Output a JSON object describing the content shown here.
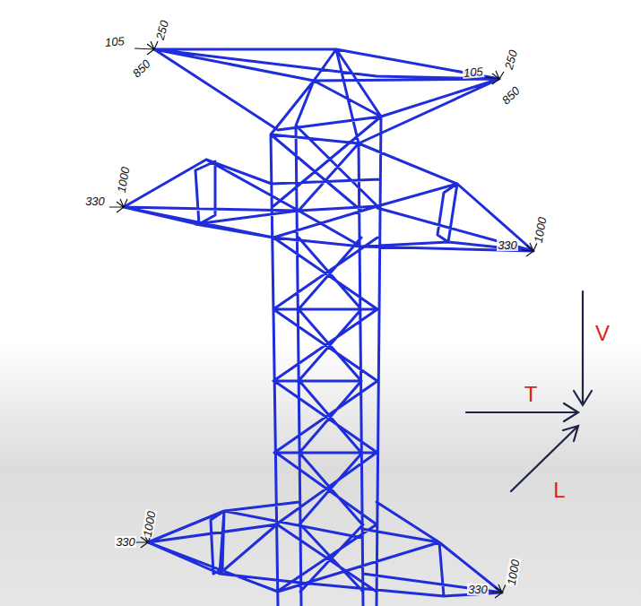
{
  "diagram": {
    "labels": [
      "250",
      "105",
      "850",
      "105",
      "250",
      "850",
      "1000",
      "330",
      "330",
      "1000",
      "V",
      "T",
      "L",
      "1000",
      "330",
      "330",
      "1000"
    ]
  }
}
